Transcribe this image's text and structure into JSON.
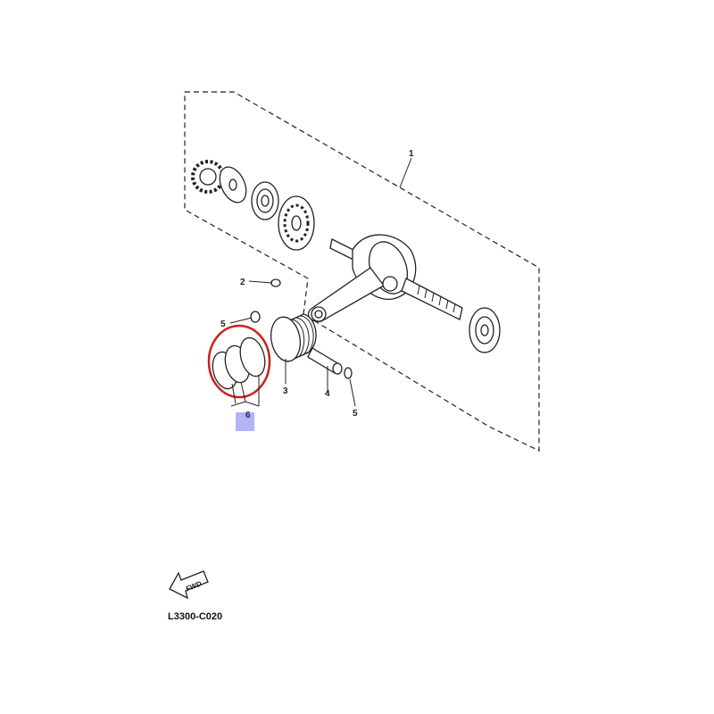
{
  "diagram": {
    "callouts": [
      {
        "id": "1",
        "label": "1"
      },
      {
        "id": "2",
        "label": "2"
      },
      {
        "id": "3",
        "label": "3"
      },
      {
        "id": "4",
        "label": "4"
      },
      {
        "id": "5a",
        "label": "5"
      },
      {
        "id": "5b",
        "label": "5"
      },
      {
        "id": "6",
        "label": "6"
      }
    ],
    "fwd_label": "FWD",
    "figure_code": "L3300-C020",
    "highlight_color": "#cc1f1f",
    "selection_color": "#b3b3f5"
  }
}
